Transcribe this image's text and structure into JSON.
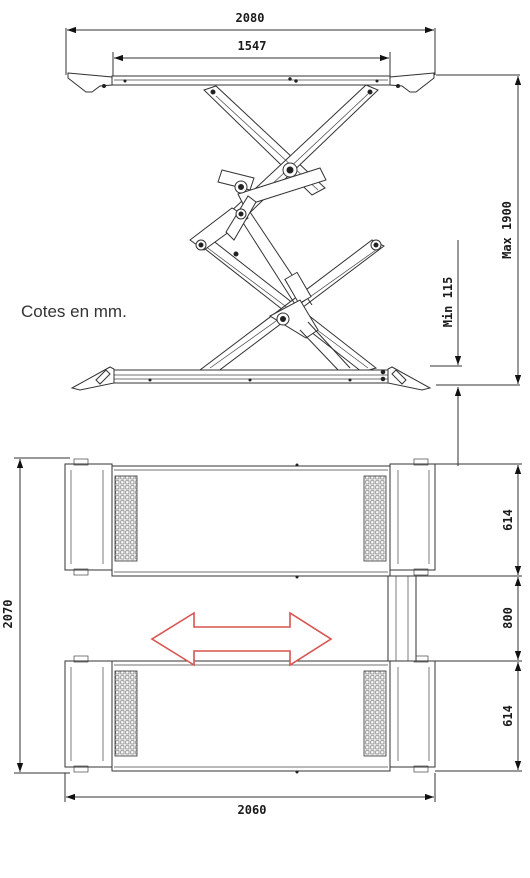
{
  "note": "Cotes en mm.",
  "dimensions": {
    "total_length_top": "2080",
    "platform_length": "1547",
    "min_height": "Min 115",
    "max_height": "Max 1900",
    "total_width_plan": "2070",
    "platform_width_1": "614",
    "gap_width": "800",
    "platform_width_2": "614",
    "total_length_plan": "2060"
  },
  "colors": {
    "arrow": "#d9534f",
    "lines": "#333333"
  },
  "icons": {
    "direction": "double-arrow-icon"
  }
}
